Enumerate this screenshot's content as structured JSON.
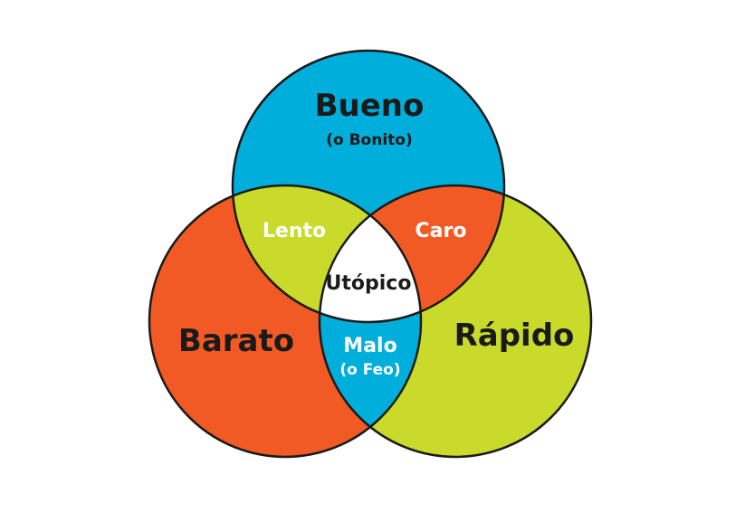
{
  "diagram": {
    "circles": {
      "top": {
        "title": "Bueno",
        "subtitle": "(o Bonito)",
        "color": "#00AEDB"
      },
      "left": {
        "title": "Barato",
        "color": "#F15A24"
      },
      "right": {
        "title": "Rápido",
        "color": "#C9DA2A"
      }
    },
    "intersections": {
      "top_left": {
        "label": "Lento",
        "color": "#C9DA2A"
      },
      "top_right": {
        "label": "Caro",
        "color": "#F15A24"
      },
      "left_right": {
        "label": "Malo",
        "sublabel": "(o Feo)",
        "color": "#00AEDB"
      },
      "center": {
        "label": "Utópico",
        "color": "#FFFFFF"
      }
    },
    "stroke_color": "#1A1A1A",
    "light_text_color": "#FFFFFF",
    "dark_text_color": "#1A1A1A"
  }
}
